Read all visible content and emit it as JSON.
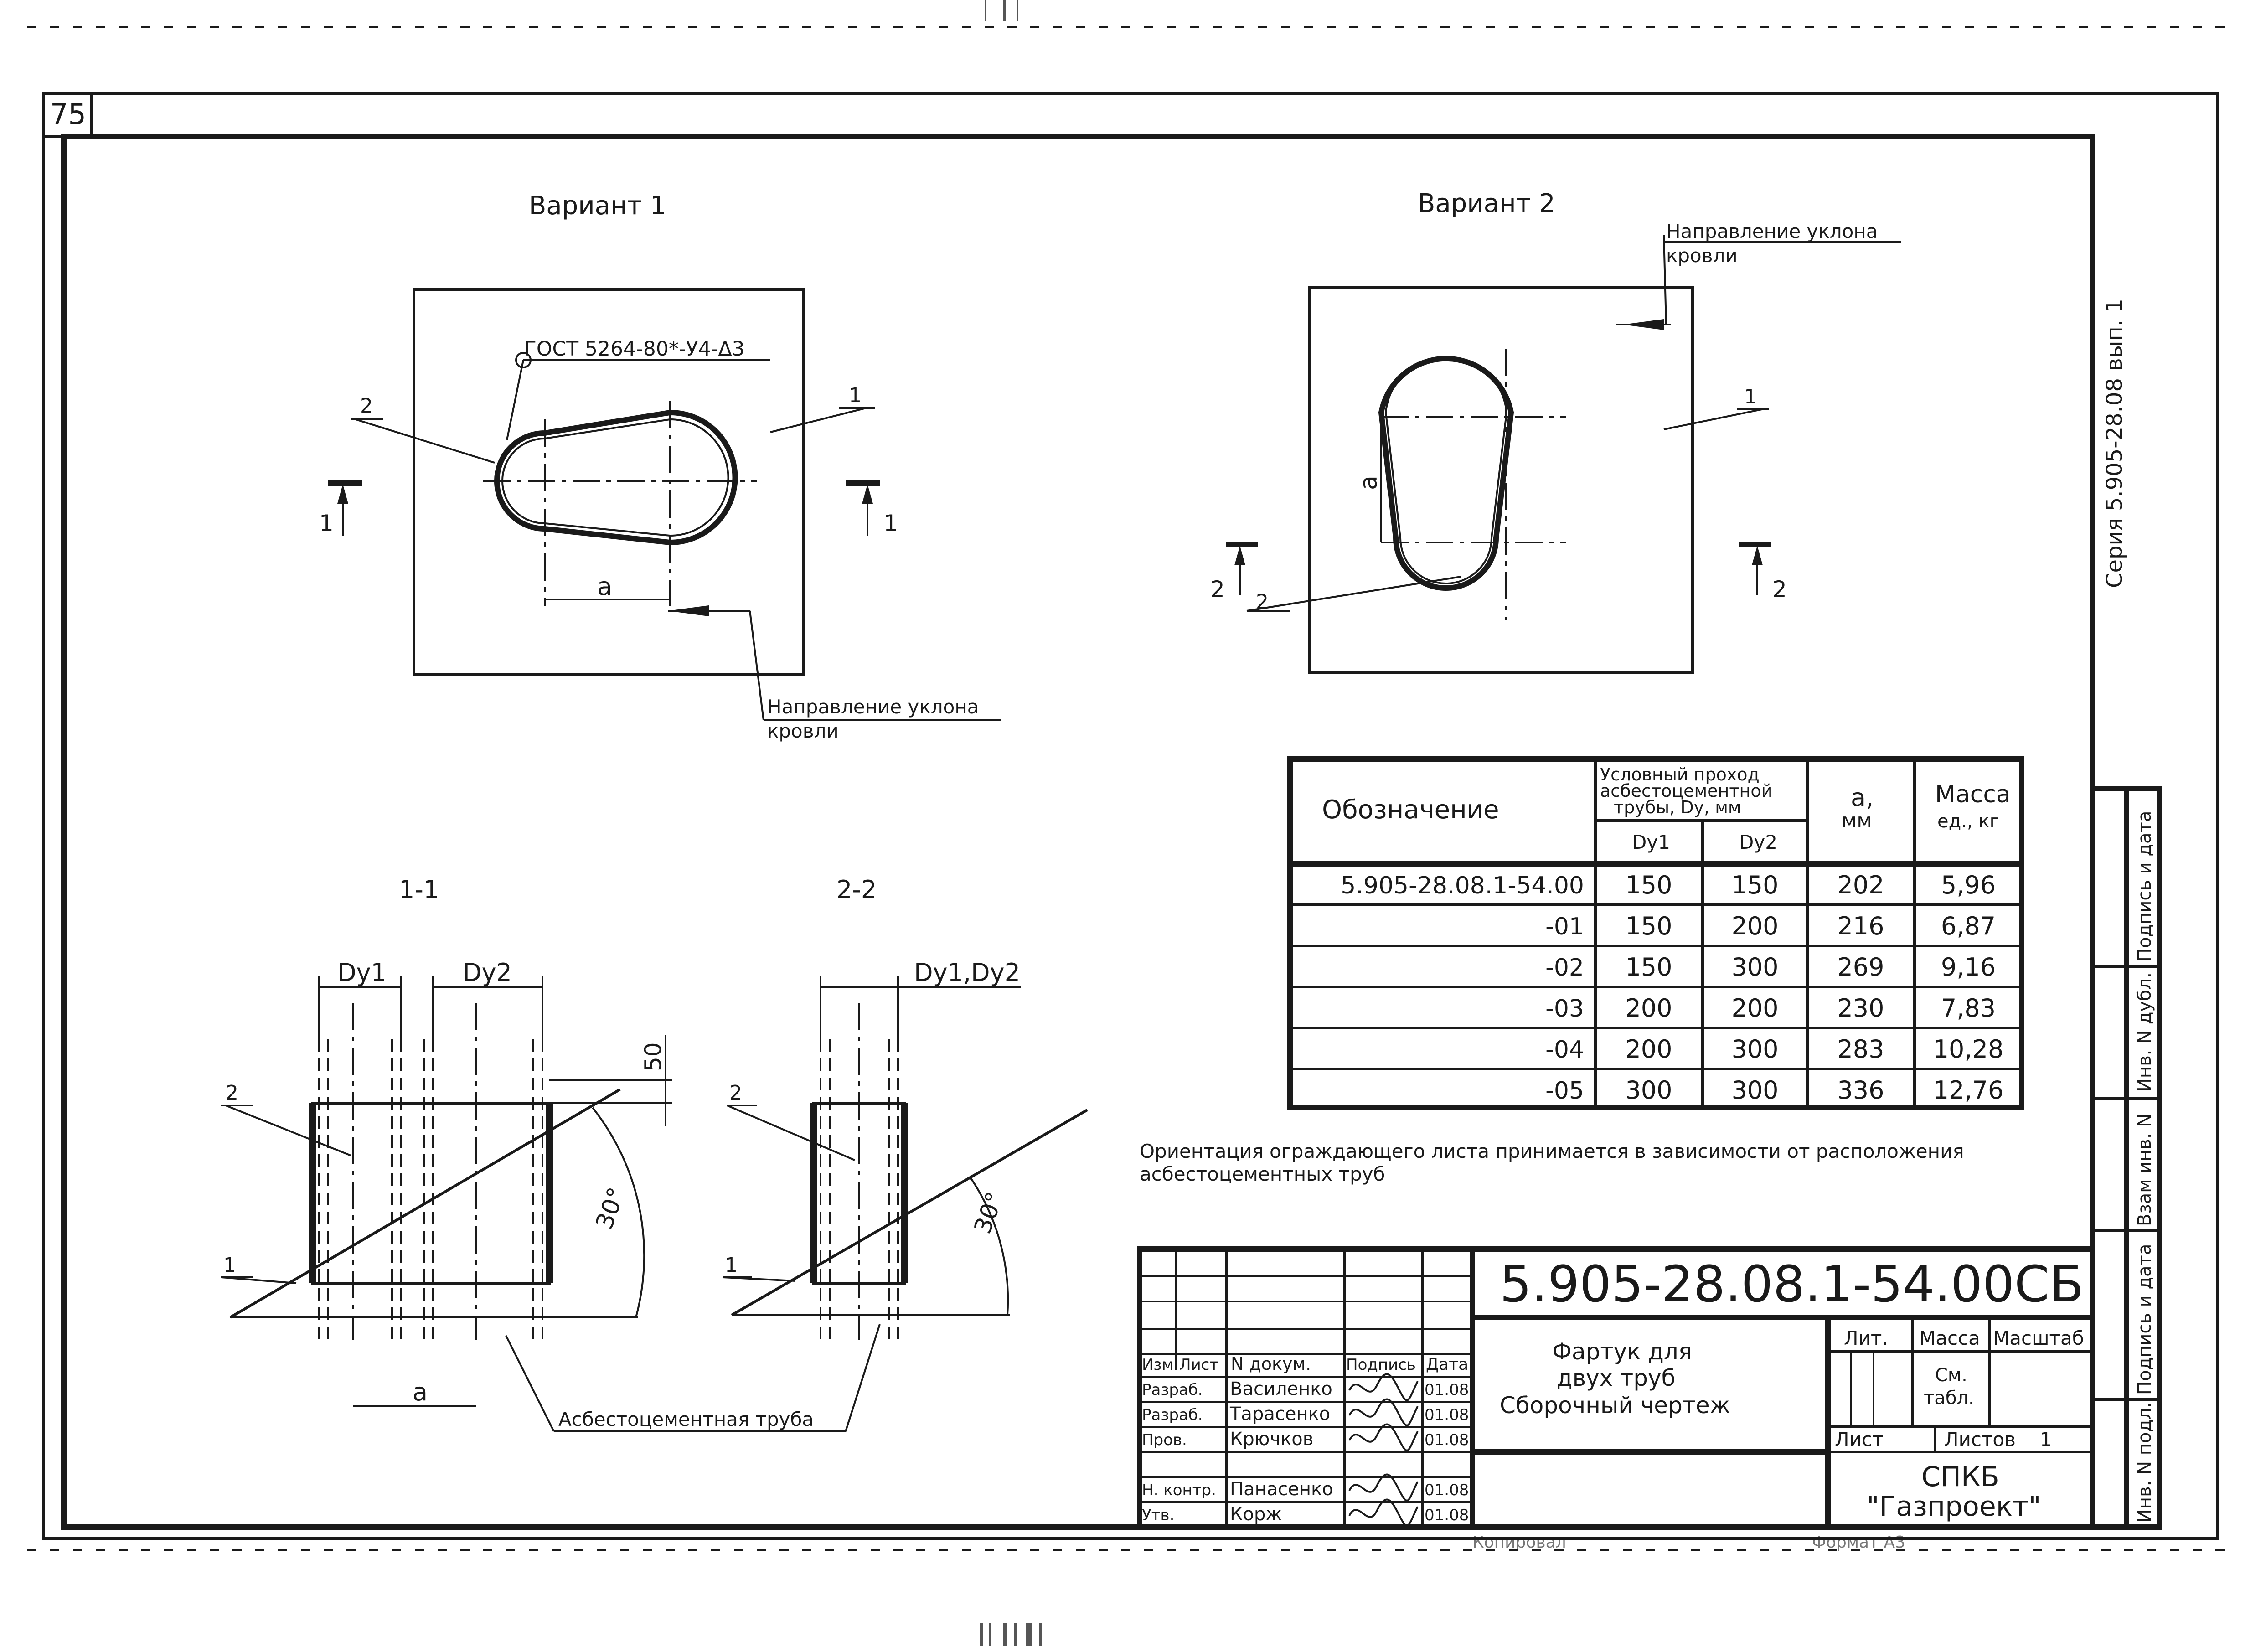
{
  "page_number": "75",
  "series_label": "Серия 5.905-28.08 вып. 1",
  "variant1": {
    "title": "Вариант 1",
    "weld_note": "ГОСТ 5264-80*-У4-Δ3",
    "pos1": "1",
    "pos2": "2",
    "dim_a": "a",
    "section_left": "1",
    "section_right": "1",
    "slope_label_line1": "Направление уклона",
    "slope_label_line2": "кровли"
  },
  "variant2": {
    "title": "Вариант 2",
    "pos1": "1",
    "pos2": "2",
    "dim_a": "a",
    "section_left": "2",
    "section_right": "2",
    "slope_label_line1": "Направление уклона",
    "slope_label_line2": "кровли"
  },
  "section11": {
    "title": "1-1",
    "dy1": "Dy1",
    "dy2": "Dy2",
    "dim_50": "50",
    "angle": "30°",
    "pos1": "1",
    "pos2": "2",
    "dim_a": "a"
  },
  "section22": {
    "title": "2-2",
    "dy": "Dy1,Dy2",
    "angle": "30°",
    "pos1": "1",
    "pos2": "2"
  },
  "pipe_label": "Асбестоцементная труба",
  "spec_table": {
    "col_designation": "Обозначение",
    "col_pipe_line1": "Условный проход",
    "col_pipe_line2": "асбестоцементной",
    "col_pipe_line3": "трубы, Dy, мм",
    "col_dy1": "Dy1",
    "col_dy2": "Dy2",
    "col_a_line1": "a,",
    "col_a_line2": "мм",
    "col_mass_line1": "Масса",
    "col_mass_line2": "ед., кг",
    "rows": [
      {
        "designation": "5.905-28.08.1-54.00",
        "dy1": "150",
        "dy2": "150",
        "a": "202",
        "mass": "5,96"
      },
      {
        "designation": "-01",
        "dy1": "150",
        "dy2": "200",
        "a": "216",
        "mass": "6,87"
      },
      {
        "designation": "-02",
        "dy1": "150",
        "dy2": "300",
        "a": "269",
        "mass": "9,16"
      },
      {
        "designation": "-03",
        "dy1": "200",
        "dy2": "200",
        "a": "230",
        "mass": "7,83"
      },
      {
        "designation": "-04",
        "dy1": "200",
        "dy2": "300",
        "a": "283",
        "mass": "10,28"
      },
      {
        "designation": "-05",
        "dy1": "300",
        "dy2": "300",
        "a": "336",
        "mass": "12,76"
      }
    ]
  },
  "note_line1": "Ориентация ограждающего листа принимается в зависимости от расположения",
  "note_line2": "асбестоцементных труб",
  "title_block": {
    "doc_code": "5.905-28.08.1-54.00СБ",
    "name_line1": "Фартук для",
    "name_line2": "двух труб",
    "name_line3": "Сборочный чертеж",
    "hdr_izm": "Изм.",
    "hdr_list": "Лист",
    "hdr_ndoc": "N докум.",
    "hdr_sign": "Подпись",
    "hdr_date": "Дата",
    "roles": [
      {
        "role": "Разраб.",
        "name": "Василенко",
        "date": "01.08"
      },
      {
        "role": "Разраб.",
        "name": "Тарасенко",
        "date": "01.08"
      },
      {
        "role": "Пров.",
        "name": "Крючков",
        "date": "01.08"
      },
      {
        "role": "Н. контр.",
        "name": "Панасенко",
        "date": "01.08"
      },
      {
        "role": "Утв.",
        "name": "Корж",
        "date": "01.08"
      }
    ],
    "lit": "Лит.",
    "mass": "Масса",
    "scale": "Масштаб",
    "mass_value_line1": "См.",
    "mass_value_line2": "табл.",
    "sheet": "Лист",
    "sheets": "Листов",
    "sheets_value": "1",
    "org_line1": "СПКБ",
    "org_line2": "\"Газпроект\""
  },
  "side_stamp": {
    "sign_date_1": "Подпись и дата",
    "inv_dubl": "Инв. N дубл.",
    "vzam_inv": "Взам инв. N",
    "sign_date_2": "Подпись и дата",
    "inv_podl": "Инв. N подл."
  },
  "footer": {
    "copied": "Копировал",
    "format": "Формат А3"
  }
}
